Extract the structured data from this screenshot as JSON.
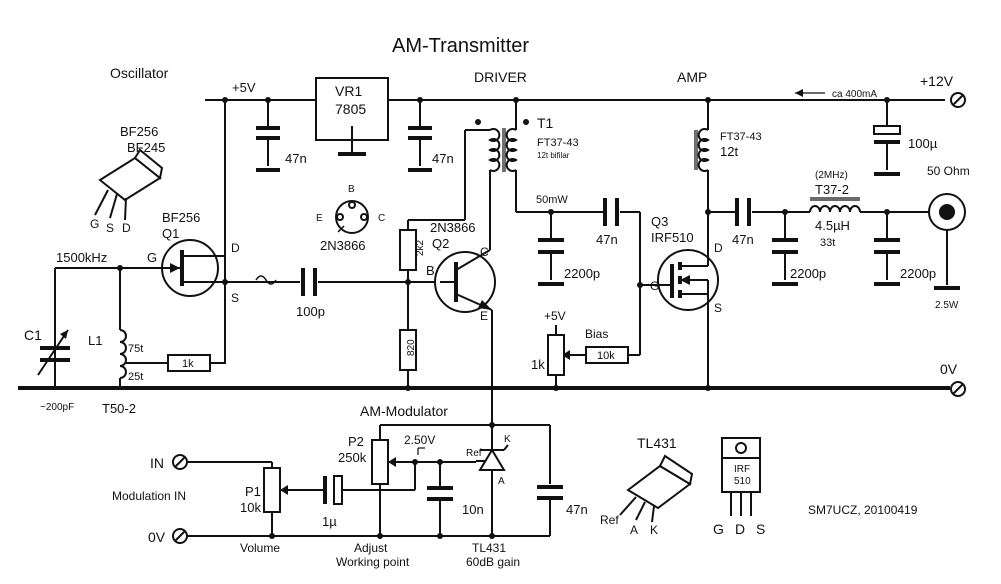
{
  "title": "AM-Transmitter",
  "sections": {
    "oscillator": "Oscillator",
    "driver": "DRIVER",
    "amp": "AMP",
    "modulator": "AM-Modulator"
  },
  "rails": {
    "v5": "+5V",
    "v12": "+12V",
    "v0": "0V",
    "current": "ca 400mA",
    "bias_5v": "+5V"
  },
  "oscillator": {
    "freq": "1500kHz",
    "c1": "C1",
    "c1_value": "~200pF",
    "l1": "L1",
    "l1_turns_top": "75t",
    "l1_turns_bottom": "25t",
    "core": "T50-2",
    "r_1k": "1k",
    "q1_type": "BF256",
    "q1_name": "Q1",
    "pin_g": "G",
    "pin_d": "D",
    "pin_s": "S",
    "pkg_types": "BF256\nBF245",
    "pkg_pins": [
      "G",
      "S",
      "D"
    ],
    "c_coupling": "100p"
  },
  "regulator": {
    "name": "VR1",
    "part": "7805",
    "cap_in": "47n",
    "cap_out": "47n",
    "cap_vr": "47n"
  },
  "driver": {
    "q2_type": "2N3866",
    "q2_name": "Q2",
    "pin_b": "B",
    "pin_c": "C",
    "pin_e": "E",
    "r_2k2": "2k2",
    "r_820": "820",
    "pinout_label": "2N3866",
    "pinout_b": "B",
    "pinout_e": "E",
    "pinout_c": "C",
    "t1": "T1",
    "t1_core": "FT37-43",
    "t1_note": "12t bifilar",
    "power": "50mW",
    "c_2200": "2200p",
    "c_47n": "47n"
  },
  "amp": {
    "q3_name": "Q3",
    "q3_type": "IRF510",
    "pin_d": "D",
    "pin_g": "G",
    "pin_s": "S",
    "choke_core": "FT37-43",
    "choke_turns": "12t",
    "c_bypass": "100µ",
    "c_out": "47n",
    "bias": "Bias",
    "r_10k": "10k",
    "pot_1k": "1k",
    "filter_freq": "(2MHz)",
    "filter_core": "T37-2",
    "filter_l": "4.5µH",
    "filter_turns": "33t",
    "c_filter_1": "2200p",
    "c_filter_2": "2200p",
    "antenna": "50 Ohm",
    "power_out": "2.5W"
  },
  "modulator": {
    "in_label": "IN",
    "mod_in": "Modulation IN",
    "v0_label": "0V",
    "p1": "P1",
    "p1_value": "10k",
    "volume": "Volume",
    "c_1u": "1µ",
    "p2": "P2",
    "p2_value": "250k",
    "adjust1": "Adjust",
    "adjust2": "Working point",
    "voltage": "2.50V",
    "c_10n": "10n",
    "c_47n": "47n",
    "tl_type": "TL431",
    "gain": "60dB gain",
    "tl_ref": "Ref",
    "tl_k": "K",
    "tl_a": "A"
  },
  "packages": {
    "tl431_title": "TL431",
    "tl431_pins": [
      "Ref",
      "A",
      "K"
    ],
    "irf_label": "IRF\n510",
    "irf_pins": [
      "G",
      "D",
      "S"
    ]
  },
  "credit": "SM7UCZ, 20100419"
}
